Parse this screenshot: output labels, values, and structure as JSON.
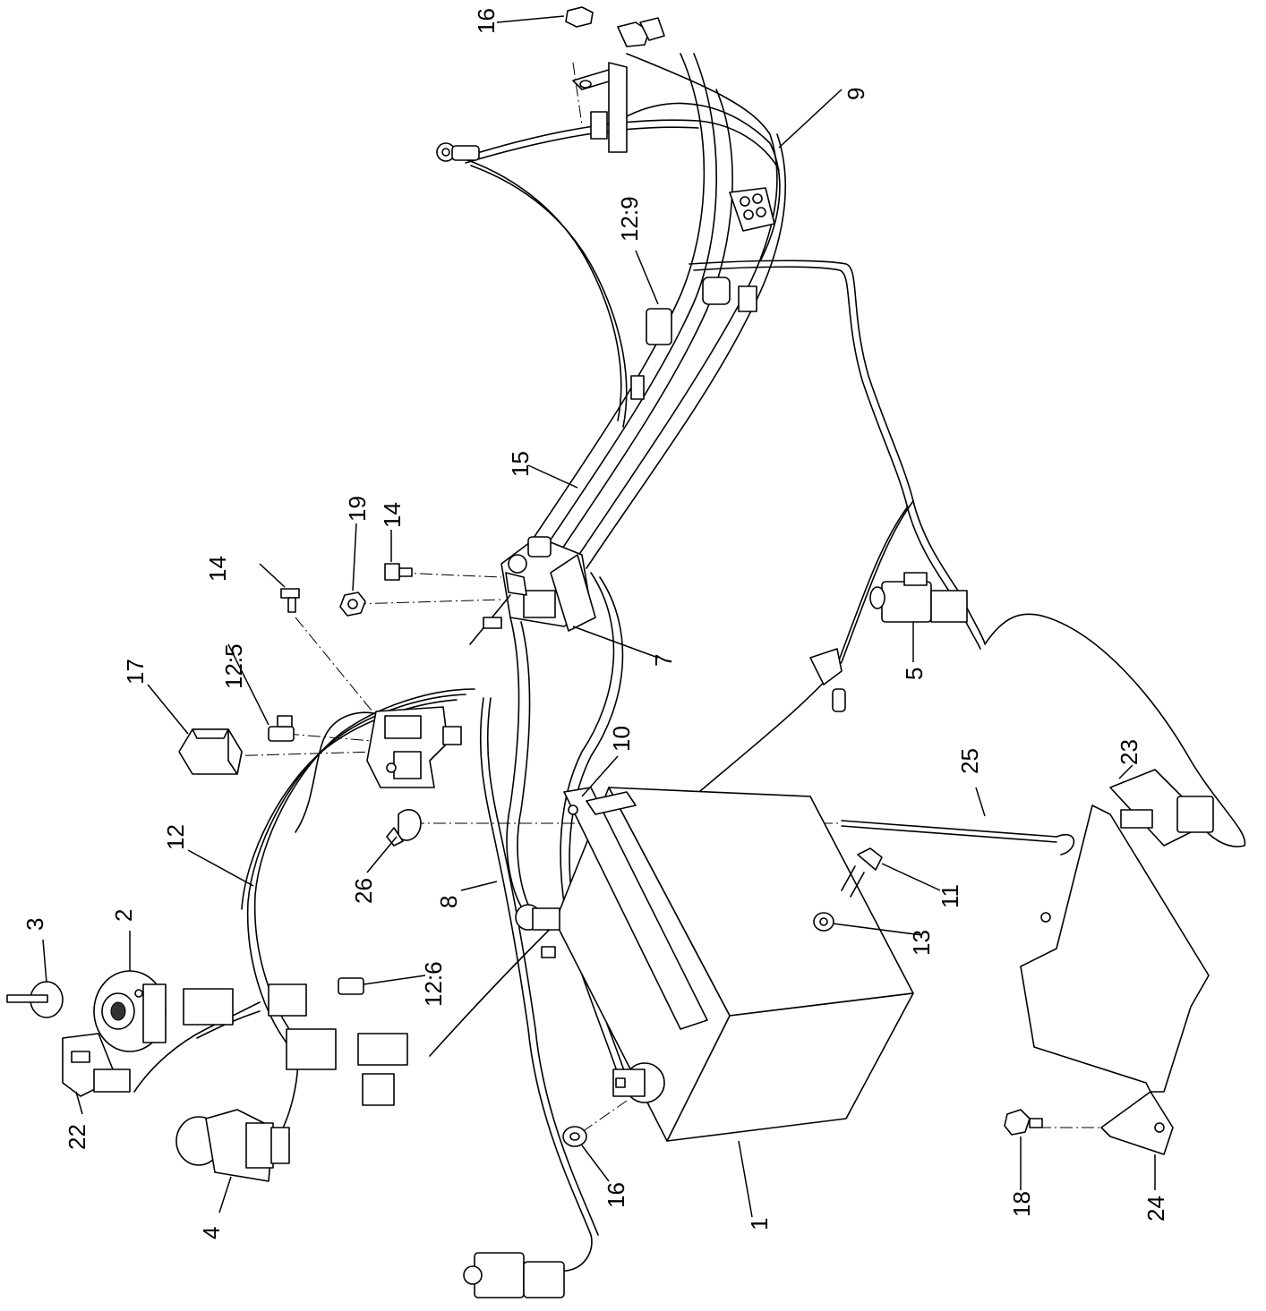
{
  "callouts": [
    {
      "id": "c16a",
      "text": "16"
    },
    {
      "id": "c9",
      "text": "9"
    },
    {
      "id": "c12_9",
      "text": "12:9"
    },
    {
      "id": "c15",
      "text": "15"
    },
    {
      "id": "c19",
      "text": "19"
    },
    {
      "id": "c14a",
      "text": "14"
    },
    {
      "id": "c14b",
      "text": "14"
    },
    {
      "id": "c7",
      "text": "7"
    },
    {
      "id": "c5",
      "text": "5"
    },
    {
      "id": "c17",
      "text": "17"
    },
    {
      "id": "c12_5",
      "text": "12:5"
    },
    {
      "id": "c10",
      "text": "10"
    },
    {
      "id": "c25",
      "text": "25"
    },
    {
      "id": "c23",
      "text": "23"
    },
    {
      "id": "c12",
      "text": "12"
    },
    {
      "id": "c26",
      "text": "26"
    },
    {
      "id": "c11",
      "text": "11"
    },
    {
      "id": "c8",
      "text": "8"
    },
    {
      "id": "c13",
      "text": "13"
    },
    {
      "id": "c3",
      "text": "3"
    },
    {
      "id": "c2",
      "text": "2"
    },
    {
      "id": "c12_6",
      "text": "12:6"
    },
    {
      "id": "c22",
      "text": "22"
    },
    {
      "id": "c4",
      "text": "4"
    },
    {
      "id": "c16b",
      "text": "16"
    },
    {
      "id": "c1",
      "text": "1"
    },
    {
      "id": "c18",
      "text": "18"
    },
    {
      "id": "c24",
      "text": "24"
    }
  ]
}
